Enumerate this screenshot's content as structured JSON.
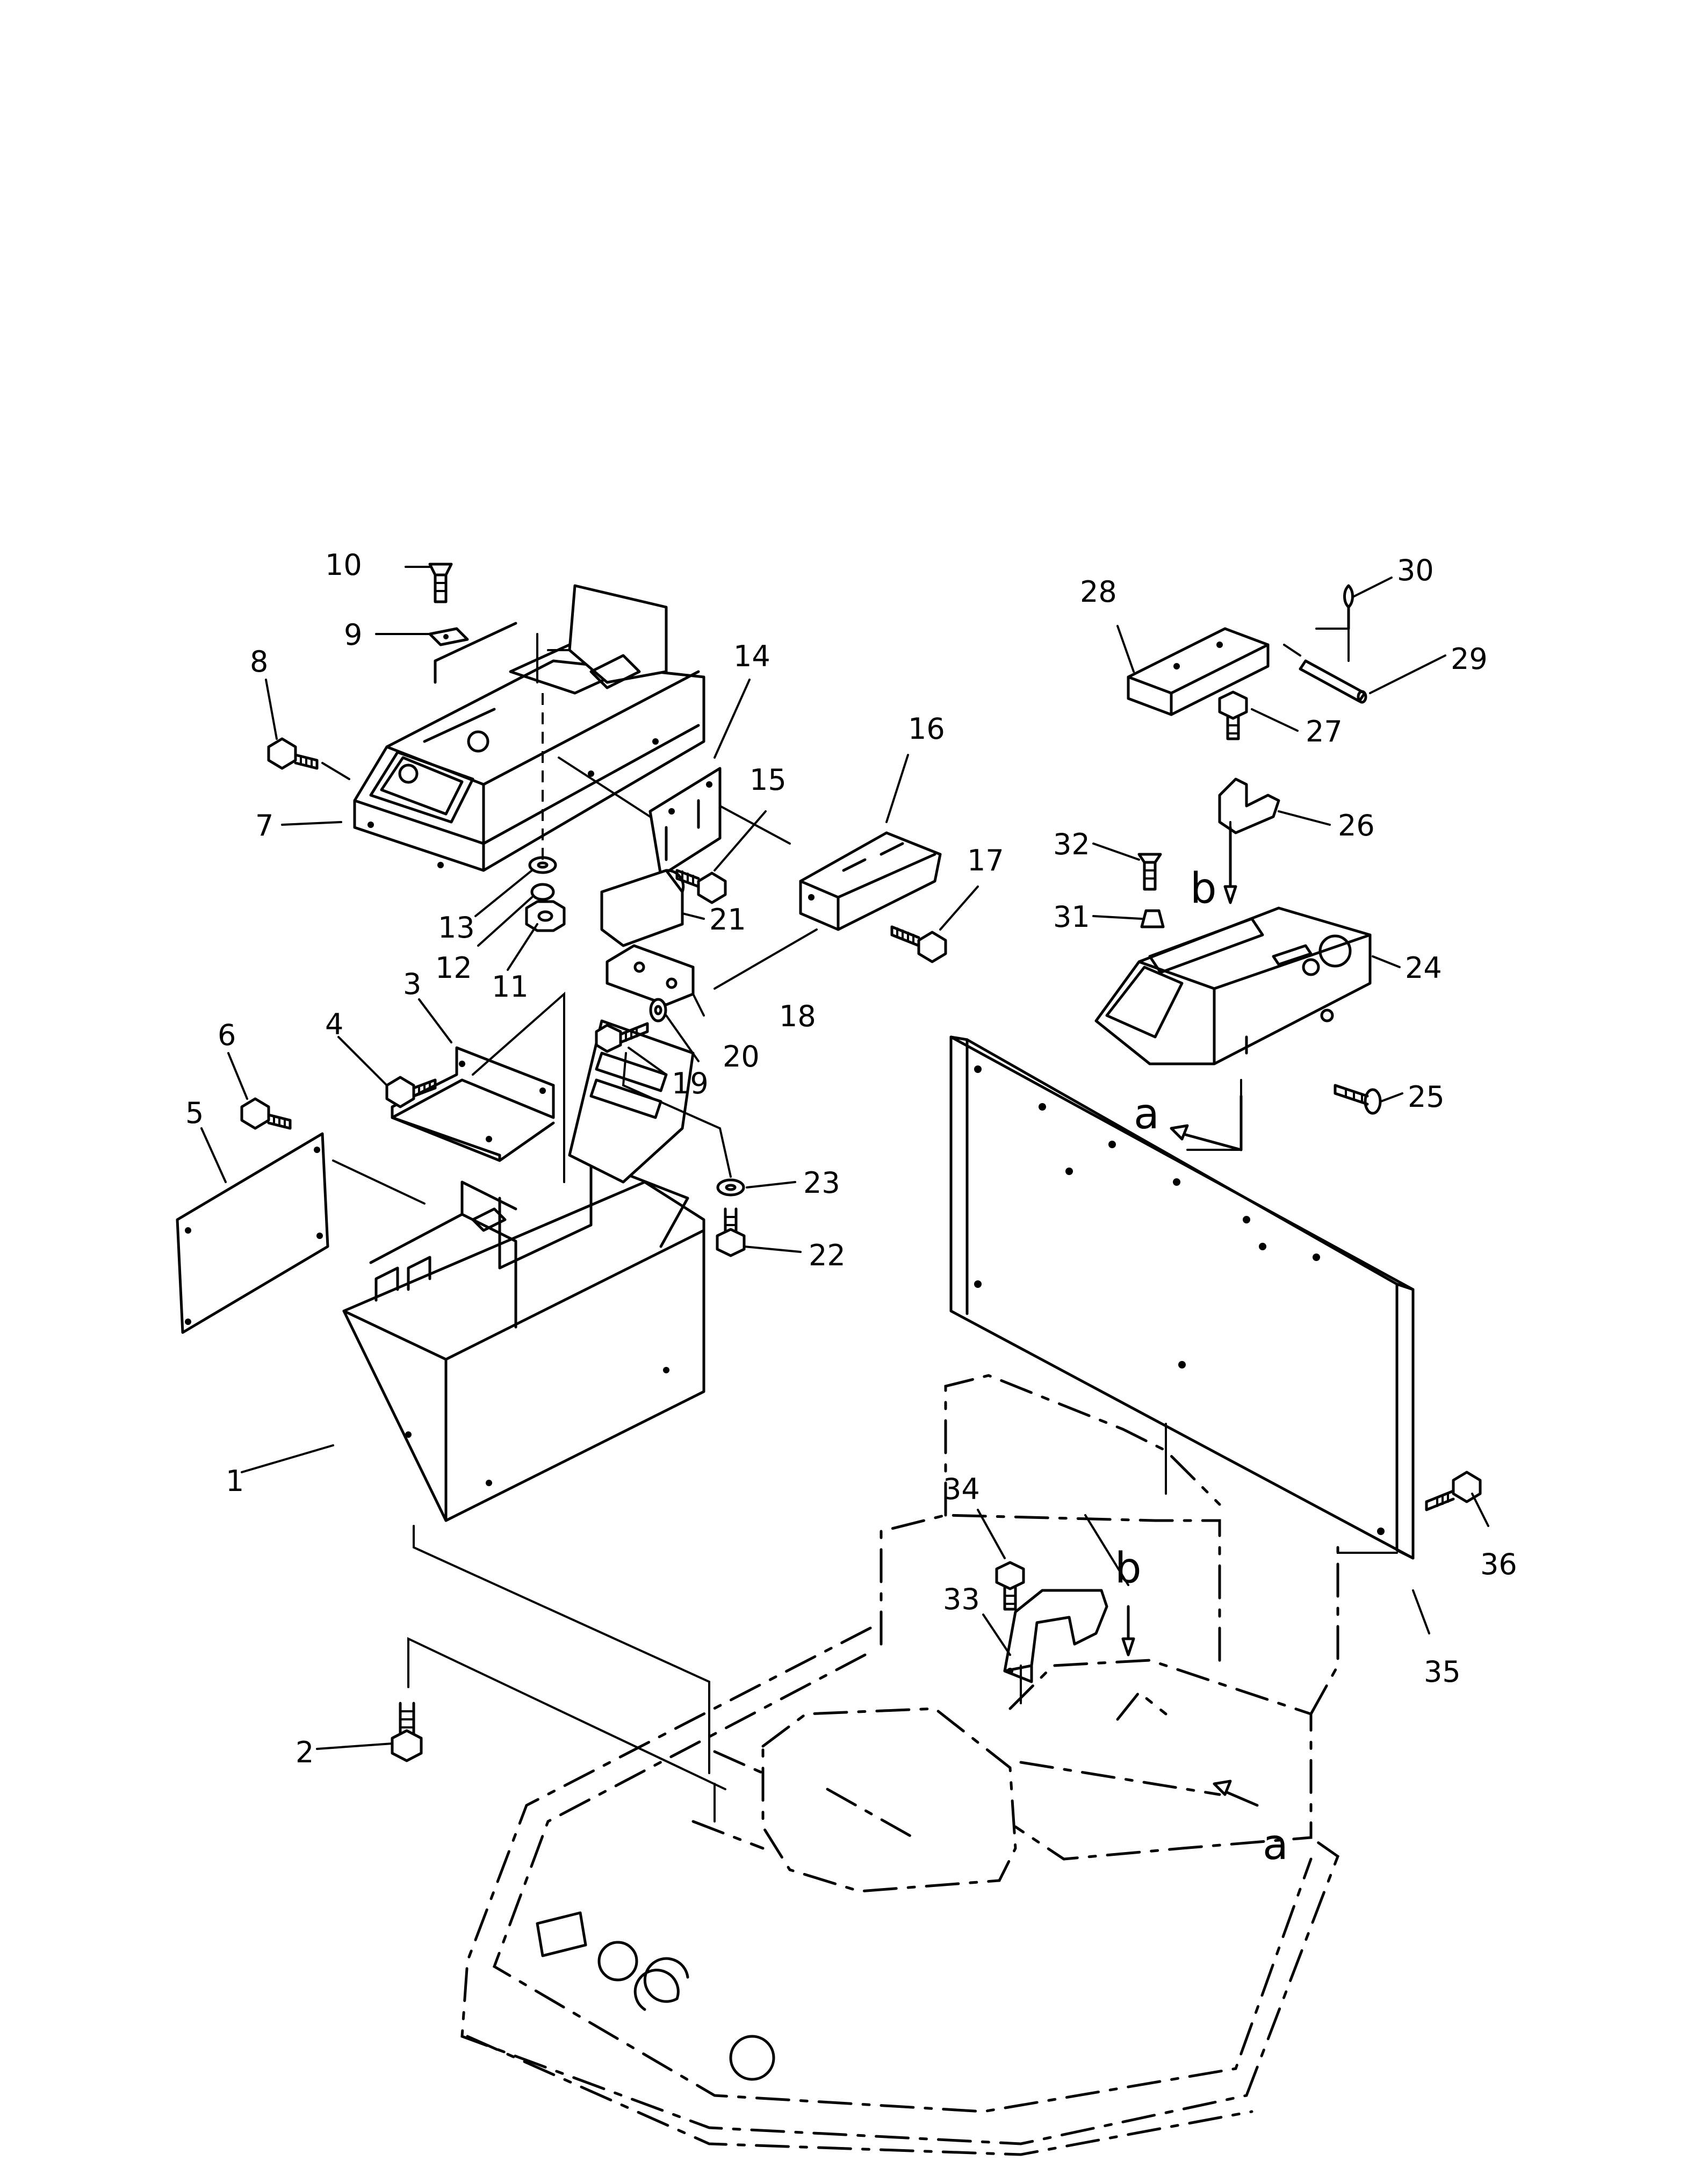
{
  "callouts": [
    {
      "id": "1",
      "text": "1"
    },
    {
      "id": "2",
      "text": "2"
    },
    {
      "id": "3",
      "text": "3"
    },
    {
      "id": "4",
      "text": "4"
    },
    {
      "id": "5",
      "text": "5"
    },
    {
      "id": "6",
      "text": "6"
    },
    {
      "id": "7",
      "text": "7"
    },
    {
      "id": "8",
      "text": "8"
    },
    {
      "id": "9",
      "text": "9"
    },
    {
      "id": "10",
      "text": "10"
    },
    {
      "id": "11",
      "text": "11"
    },
    {
      "id": "12",
      "text": "12"
    },
    {
      "id": "13",
      "text": "13"
    },
    {
      "id": "14",
      "text": "14"
    },
    {
      "id": "15",
      "text": "15"
    },
    {
      "id": "16",
      "text": "16"
    },
    {
      "id": "17",
      "text": "17"
    },
    {
      "id": "18",
      "text": "18"
    },
    {
      "id": "19",
      "text": "19"
    },
    {
      "id": "20",
      "text": "20"
    },
    {
      "id": "21",
      "text": "21"
    },
    {
      "id": "22",
      "text": "22"
    },
    {
      "id": "23",
      "text": "23"
    },
    {
      "id": "24",
      "text": "24"
    },
    {
      "id": "25",
      "text": "25"
    },
    {
      "id": "26",
      "text": "26"
    },
    {
      "id": "27",
      "text": "27"
    },
    {
      "id": "28",
      "text": "28"
    },
    {
      "id": "29",
      "text": "29"
    },
    {
      "id": "30",
      "text": "30"
    },
    {
      "id": "31",
      "text": "31"
    },
    {
      "id": "32",
      "text": "32"
    },
    {
      "id": "33",
      "text": "33"
    },
    {
      "id": "34",
      "text": "34"
    },
    {
      "id": "35",
      "text": "35"
    },
    {
      "id": "36",
      "text": "36"
    }
  ],
  "reference_letters": {
    "a_upper": "a",
    "a_lower": "a",
    "b_upper": "b",
    "b_lower": "b"
  }
}
